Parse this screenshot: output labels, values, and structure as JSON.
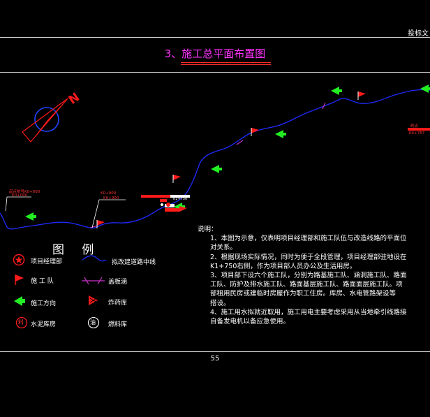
{
  "header": {
    "tag": "投标文"
  },
  "title": "3、施工总平面布置图",
  "compass": {
    "north_label": "N"
  },
  "legend": {
    "title": "图 例",
    "items": [
      {
        "icon": "star-circle-icon",
        "label": "项目经理部"
      },
      {
        "icon": "road-centerline-icon",
        "label": "拟改建道路中线"
      },
      {
        "icon": "flag-icon",
        "label": "施 工 队"
      },
      {
        "icon": "culvert-icon",
        "label": "盖板涵"
      },
      {
        "icon": "direction-arrow-icon",
        "label": "施工方向"
      },
      {
        "icon": "explosive-depot-icon",
        "label": "炸药库"
      },
      {
        "icon": "cement-store-icon",
        "label": "水泥库房",
        "symbol": "料"
      },
      {
        "icon": "fuel-depot-icon",
        "label": "燃料库",
        "symbol": "油"
      }
    ]
  },
  "notes": {
    "heading": "说明：",
    "lines": [
      "1、本图为示意，仅表明项目经理部和施工队伍与改造线路的平面位",
      "    对关系。",
      "2、根据现场实际情况，同时为便于全段管理，项目经理部驻地设在",
      "    K1+750右侧，作为项目部人员办公及生活用房。",
      "3、项目部下设六个施工队，分别为路基施工队、涵洞施工队、路面",
      "    工队、防护及排水施工队、路面基层施工队、路面面层施工队。项",
      "    部租用民房或建临时房屋作为职工住房。库房、水电管路架设等",
      "    搭设。",
      "4、施工用水拟就近取用，施工用电主要考虑采用从当地牵引线路接",
      "    自备发电机以备应急使用。"
    ]
  },
  "stake_labels": [
    {
      "text": "起点桩号K0+000",
      "sub": "K0+000"
    },
    {
      "text": "K0+900",
      "sub": "K0+900"
    },
    {
      "text": "K1+750",
      "sub": ""
    },
    {
      "text": "终点",
      "sub": "K4+767"
    }
  ],
  "page_number": "55",
  "colors": {
    "background": "#000000",
    "title": "#ff33ff",
    "road": "#1f2bff",
    "flag": "#ff1a1a",
    "arrow": "#22ee22",
    "culvert": "#cc33cc",
    "underline": "#ff2a2a"
  }
}
